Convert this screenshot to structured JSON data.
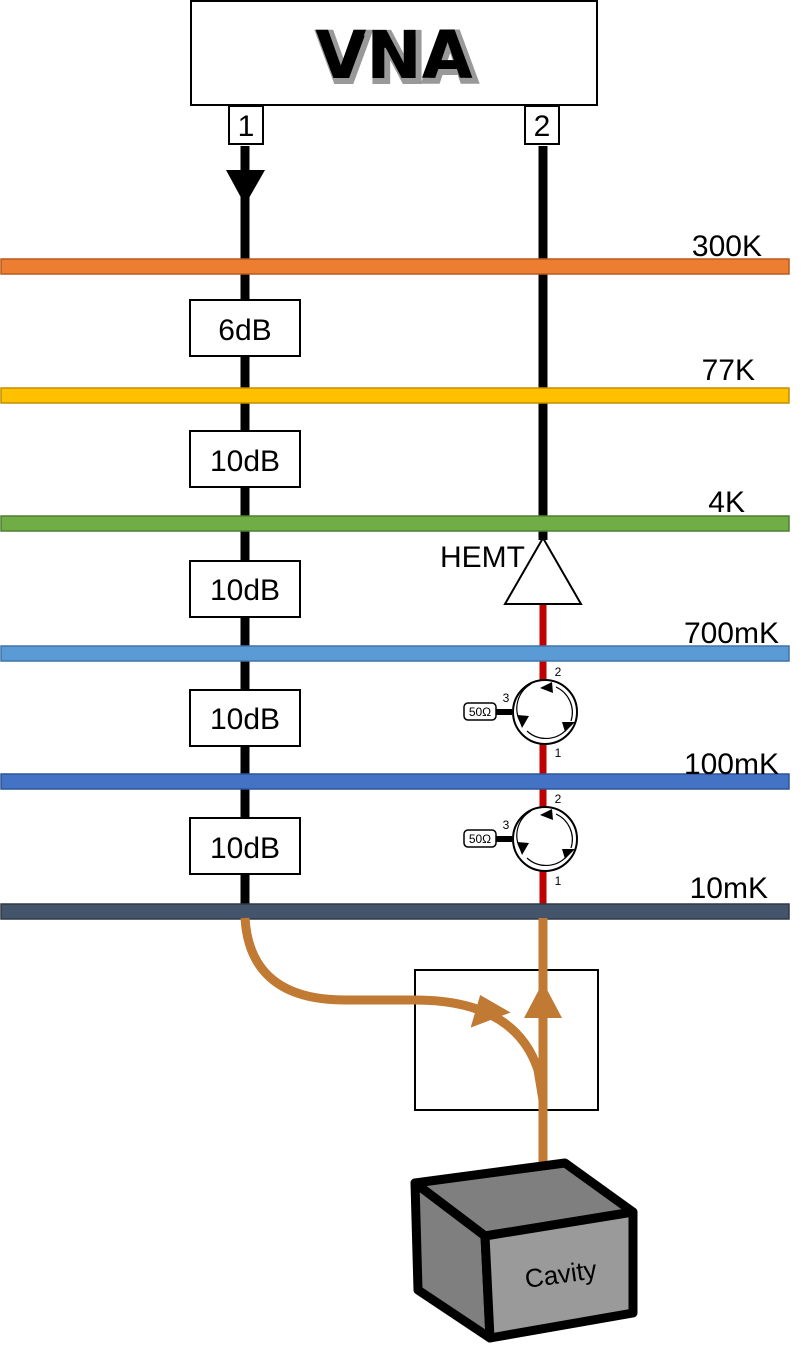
{
  "instrument": {
    "label": "VNA",
    "port1": "1",
    "port2": "2"
  },
  "stages": [
    {
      "label": "300K",
      "color": "#ED7D31",
      "stroke": "#B85A1E"
    },
    {
      "label": "77K",
      "color": "#FFC000",
      "stroke": "#C09000"
    },
    {
      "label": "4K",
      "color": "#70AD47",
      "stroke": "#4E7E30"
    },
    {
      "label": "700mK",
      "color": "#5B9BD5",
      "stroke": "#3F74A8"
    },
    {
      "label": "100mK",
      "color": "#4472C4",
      "stroke": "#2F5597"
    },
    {
      "label": "10mK",
      "color": "#44546A",
      "stroke": "#2E3A4A"
    }
  ],
  "attenuators": [
    "6dB",
    "10dB",
    "10dB",
    "10dB",
    "10dB"
  ],
  "amplifier": {
    "label": "HEMT"
  },
  "circulators": [
    {
      "port1": "1",
      "port2": "2",
      "port3": "3",
      "termination": "50Ω"
    },
    {
      "port1": "1",
      "port2": "2",
      "port3": "3",
      "termination": "50Ω"
    }
  ],
  "sample": {
    "label": "Cavity"
  },
  "colors": {
    "line": "#000000",
    "output_line": "#C00000",
    "cavity_signal": "#C07A33"
  }
}
